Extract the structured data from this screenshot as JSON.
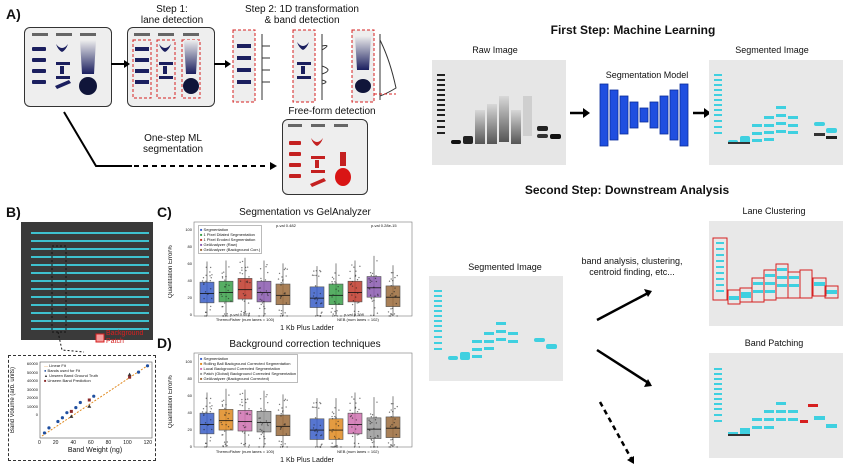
{
  "panelA": {
    "label": "A)",
    "step1": "Step 1:\nlane detection",
    "step1_l1": "Step 1:",
    "step1_l2": "lane detection",
    "step2_l1": "Step 2: 1D transformation",
    "step2_l2": "& band detection",
    "freeform": "Free-form detection",
    "onestep_l1": "One-step ML",
    "onestep_l2": "segmentation"
  },
  "right": {
    "title1": "First Step: Machine Learning",
    "raw": "Raw Image",
    "model": "Segmentation Model",
    "segmented": "Segmented Image",
    "title2": "Second Step: Downstream Analysis",
    "segmented2": "Segmented Image",
    "lane_clustering": "Lane Clustering",
    "band_analysis_l1": "band analysis, clustering,",
    "band_analysis_l2": "centroid finding, etc...",
    "band_patching": "Band Patching"
  },
  "panelB": {
    "label": "B)",
    "bg_patch_l1": "Background",
    "bg_patch_l2": "Patch",
    "ylabel": "Band Volume (arb. units)",
    "xlabel": "Band Weight (ng)",
    "legend": [
      "Linear Fit",
      "Bands used for Fit",
      "Unseen Band Ground Truth",
      "Unseen Band Prediction"
    ],
    "yticks": [
      "60000",
      "50000",
      "40000",
      "30000",
      "20000",
      "10000",
      "0"
    ],
    "xticks": [
      "0",
      "20",
      "40",
      "60",
      "80",
      "100",
      "120"
    ]
  },
  "panelC": {
    "label": "C)",
    "title": "Segmentation vs GelAnalyzer",
    "ylabel": "Quantitation Error%",
    "xlabel": "1 Kb Plus Ladder",
    "group1": "ThermoFisher (num lanes = 100)",
    "group2": "NEB (num lanes = 102)",
    "legend": [
      "Segmentation",
      "1 Pixel Dilated Segmentation",
      "1 Pixel Eroded Segmentation",
      "GelAnalyzer (Raw)",
      "GelAnalyzer (Background Corr.)"
    ],
    "pvals": [
      "p-val 0.482",
      "p-val 0.074",
      "p-val 0.28e-15",
      "p-val 0.298"
    ],
    "yticks": [
      "100",
      "80",
      "60",
      "40",
      "20",
      "0"
    ]
  },
  "panelD": {
    "label": "D)",
    "title": "Background correction techniques",
    "ylabel": "Quantitation Error%",
    "xlabel": "1 Kb Plus Ladder",
    "group1": "ThermoFisher (num lanes = 100)",
    "group2": "NEB (num lanes = 102)",
    "legend": [
      "Segmentation",
      "Rolling Ball Background Corrected Segmentation",
      "Local Background Corrected Segmentation",
      "Patch (Global) Background Corrected Segmentation",
      "GelAnalyzer (Background Corrected)"
    ],
    "yticks": [
      "100",
      "80",
      "60",
      "40",
      "20",
      "0"
    ]
  },
  "colors": {
    "cyan": "#3fd0e0",
    "navy": "#1b1f5f",
    "red": "#d62020",
    "model_blue": "#1f4fe0"
  },
  "chart_data": [
    {
      "type": "scatter",
      "title": "",
      "xlabel": "Band Weight (ng)",
      "ylabel": "Band Volume (arb. units)",
      "xlim": [
        0,
        125
      ],
      "ylim": [
        0,
        60000
      ],
      "series": [
        {
          "name": "Bands used for Fit",
          "x": [
            5,
            10,
            20,
            25,
            30,
            40,
            45,
            60,
            110,
            120
          ],
          "y": [
            4000,
            8000,
            13000,
            16000,
            20000,
            24000,
            28000,
            33000,
            52000,
            57000
          ]
        },
        {
          "name": "Unseen Band Ground Truth",
          "x": [
            35,
            55,
            100
          ],
          "y": [
            17000,
            25000,
            50000
          ]
        },
        {
          "name": "Unseen Band Prediction",
          "x": [
            35,
            55,
            100
          ],
          "y": [
            21000,
            30000,
            48000
          ]
        }
      ]
    },
    {
      "type": "box",
      "title": "Segmentation vs GelAnalyzer",
      "ylabel": "Quantitation Error%",
      "ylim": [
        0,
        100
      ],
      "categories": [
        "ThermoFisher (num lanes = 100)",
        "NEB (num lanes = 102)"
      ],
      "series": [
        {
          "name": "Segmentation",
          "values": [
            24,
            19
          ]
        },
        {
          "name": "1 Pixel Dilated Segmentation",
          "values": [
            25,
            22
          ]
        },
        {
          "name": "1 Pixel Eroded Segmentation",
          "values": [
            28,
            25
          ]
        },
        {
          "name": "GelAnalyzer (Raw)",
          "values": [
            25,
            30
          ]
        },
        {
          "name": "GelAnalyzer (Background Corr.)",
          "values": [
            22,
            20
          ]
        }
      ]
    },
    {
      "type": "box",
      "title": "Background correction techniques",
      "ylabel": "Quantitation Error%",
      "ylim": [
        0,
        100
      ],
      "categories": [
        "ThermoFisher (num lanes = 100)",
        "NEB (num lanes = 102)"
      ],
      "series": [
        {
          "name": "Segmentation",
          "values": [
            24,
            18
          ]
        },
        {
          "name": "Rolling Ball Background Corrected Segmentation",
          "values": [
            28,
            18
          ]
        },
        {
          "name": "Local Background Corrected Segmentation",
          "values": [
            27,
            24
          ]
        },
        {
          "name": "Patch (Global) Background Corrected Segmentation",
          "values": [
            26,
            19
          ]
        },
        {
          "name": "GelAnalyzer (Background Corrected)",
          "values": [
            22,
            20
          ]
        }
      ]
    }
  ]
}
